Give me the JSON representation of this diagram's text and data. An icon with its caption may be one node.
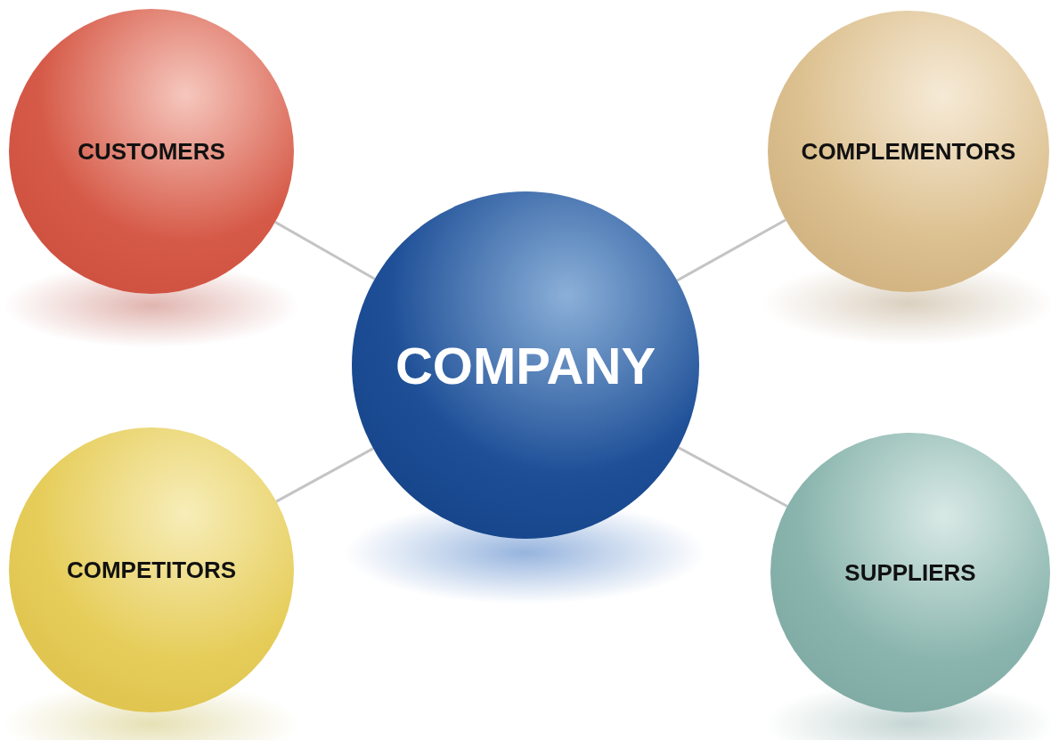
{
  "diagram": {
    "nodes": [
      {
        "text": [
          "CUSTOMERS"
        ]
      },
      {
        "text": [
          "COMPLEMENTORS"
        ]
      },
      {
        "text": [
          "COMPANY"
        ]
      },
      {
        "text": [
          "COMPETITORS"
        ]
      },
      {
        "text": [
          "SUPPLIERS"
        ]
      }
    ],
    "edges": [
      {
        "from": 2,
        "to": 0,
        "arrow": "none"
      },
      {
        "from": 2,
        "to": 1,
        "arrow": "none"
      },
      {
        "from": 2,
        "to": 3,
        "arrow": "none"
      },
      {
        "from": 2,
        "to": 4,
        "arrow": "none"
      }
    ]
  }
}
